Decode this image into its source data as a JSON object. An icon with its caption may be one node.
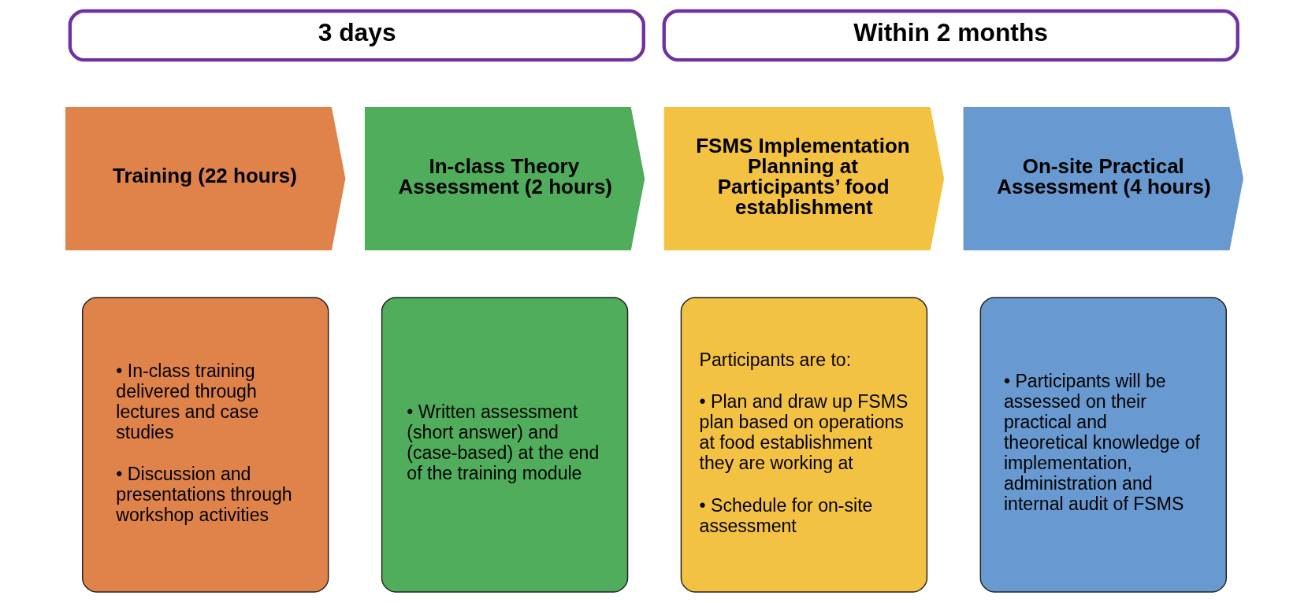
{
  "diagram": {
    "nodes": [
      {
        "text": [
          "3 days"
        ]
      },
      {
        "text": [
          "Within 2 months"
        ]
      },
      {
        "text": [
          "Training (22 hours)"
        ]
      },
      {
        "text": [
          "In-class Theory Assessment (2 hours)"
        ]
      },
      {
        "text": [
          "FSMS Implementation Planning at Participants’ food establishment"
        ]
      },
      {
        "text": [
          "On-site Practical Assessment (4 hours)"
        ]
      },
      {
        "text": [
          "• In-class training delivered through lectures and case studies",
          "• Discussion and presentations through workshop activities"
        ]
      },
      {
        "text": [
          "• Written assessment (short answer) and (case-based) at the end of the training module"
        ]
      },
      {
        "text": [
          "Participants are to:",
          "• Plan and draw up FSMS plan based on operations at food establishment they are working at",
          "• Schedule for on-site assessment"
        ]
      },
      {
        "text": [
          "• Participants will be assessed on their practical and theoretical knowledge of implementation, administration and internal audit of FSMS"
        ]
      }
    ],
    "edges": []
  }
}
